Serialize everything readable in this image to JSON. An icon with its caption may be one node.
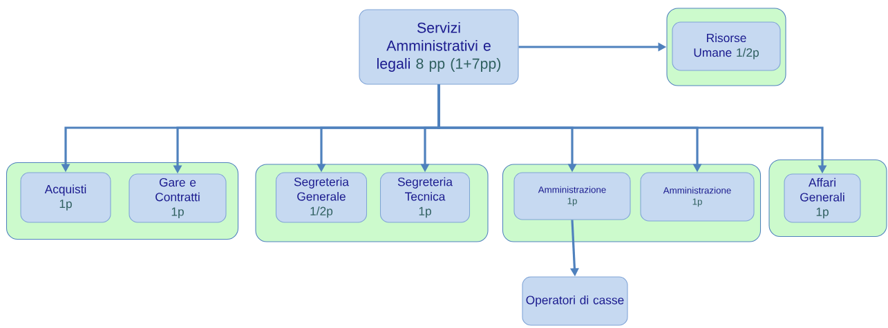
{
  "diagram": {
    "nodes": [
      {
        "text": [
          "Servizi Amministrativi e legali",
          "8 pp (1+7pp)"
        ]
      },
      {
        "text": [],
        "shape": "box"
      },
      {
        "text": [
          "Risorse Umane",
          "1/2p"
        ],
        "in": 1
      },
      {
        "text": [],
        "shape": "box"
      },
      {
        "text": [
          "Acquisti",
          "1p"
        ],
        "in": 3
      },
      {
        "text": [
          "Gare e Contratti",
          "1p"
        ],
        "in": 3
      },
      {
        "text": [],
        "shape": "box"
      },
      {
        "text": [
          "Segreteria Generale",
          "1/2p"
        ],
        "in": 6
      },
      {
        "text": [
          "Segreteria Tecnica",
          "1p"
        ],
        "in": 6
      },
      {
        "text": [],
        "shape": "box"
      },
      {
        "text": [
          "Amministrazione",
          "1p"
        ],
        "in": 9
      },
      {
        "text": [
          "Amministrazione",
          "1p"
        ],
        "in": 9
      },
      {
        "text": [],
        "shape": "box"
      },
      {
        "text": [
          "Affari Generali",
          "1p"
        ],
        "in": 12
      },
      {
        "text": [
          "Operatori di casse"
        ]
      }
    ],
    "edges": [
      {
        "from": 0,
        "to": 1,
        "arrow": "to"
      },
      {
        "from": 0,
        "to": 4,
        "arrow": "to"
      },
      {
        "from": 0,
        "to": 5,
        "arrow": "to"
      },
      {
        "from": 0,
        "to": 7,
        "arrow": "to"
      },
      {
        "from": 0,
        "to": 8,
        "arrow": "to"
      },
      {
        "from": 0,
        "to": 10,
        "arrow": "to"
      },
      {
        "from": 0,
        "to": 11,
        "arrow": "to"
      },
      {
        "from": 0,
        "to": 13,
        "arrow": "to"
      },
      {
        "from": 10,
        "to": 14,
        "arrow": "to"
      }
    ]
  }
}
